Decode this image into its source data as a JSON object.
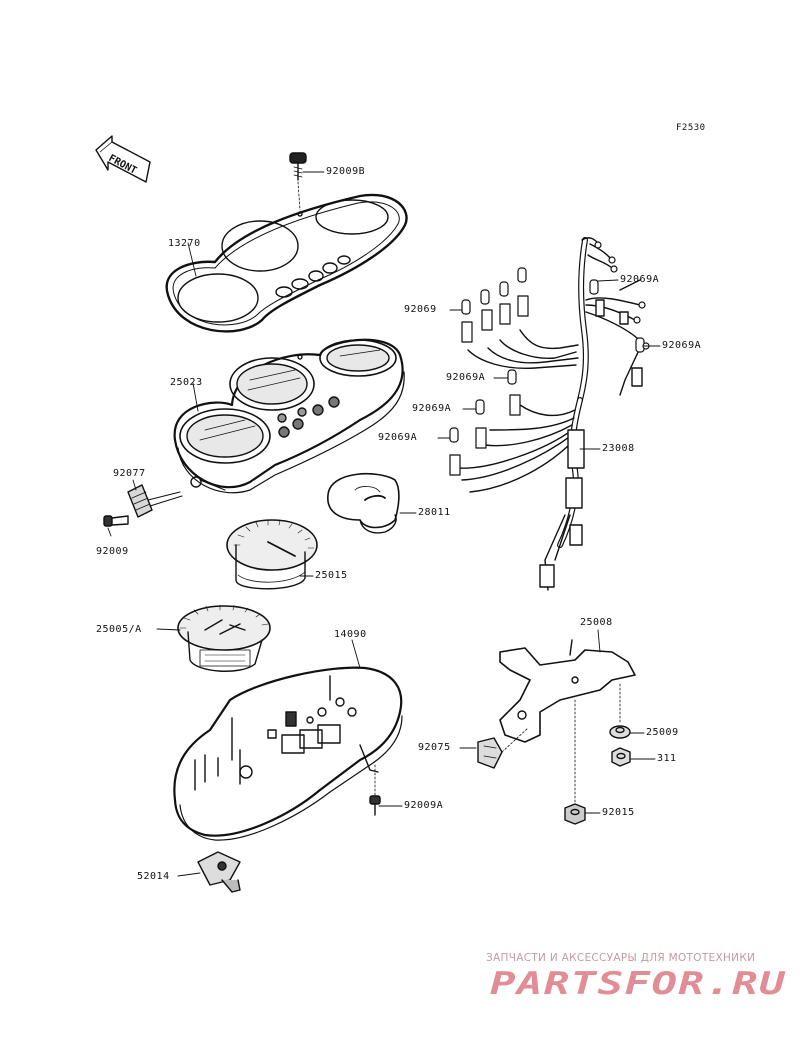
{
  "diagram": {
    "drawing_code": "F2530",
    "front_arrow_label": "FRONT",
    "callouts": [
      {
        "id": "92009B"
      },
      {
        "id": "13270"
      },
      {
        "id": "25023"
      },
      {
        "id": "92077"
      },
      {
        "id": "92009"
      },
      {
        "id": "28011"
      },
      {
        "id": "25015"
      },
      {
        "id": "25005/A"
      },
      {
        "id": "14090"
      },
      {
        "id": "52014"
      },
      {
        "id": "92009A"
      },
      {
        "id": "92069A"
      },
      {
        "id": "92069"
      },
      {
        "id": "92069A"
      },
      {
        "id": "92069A"
      },
      {
        "id": "92069A"
      },
      {
        "id": "92069A"
      },
      {
        "id": "23008"
      },
      {
        "id": "25008"
      },
      {
        "id": "25009"
      },
      {
        "id": "92075"
      },
      {
        "id": "311"
      },
      {
        "id": "92015"
      }
    ]
  },
  "watermark": {
    "tagline": "ЗАПЧАСТИ И АКСЕССУАРЫ ДЛЯ МОТОТЕХНИКИ",
    "brand": "PARTSFOR.RU",
    "color": "#e28c95"
  }
}
